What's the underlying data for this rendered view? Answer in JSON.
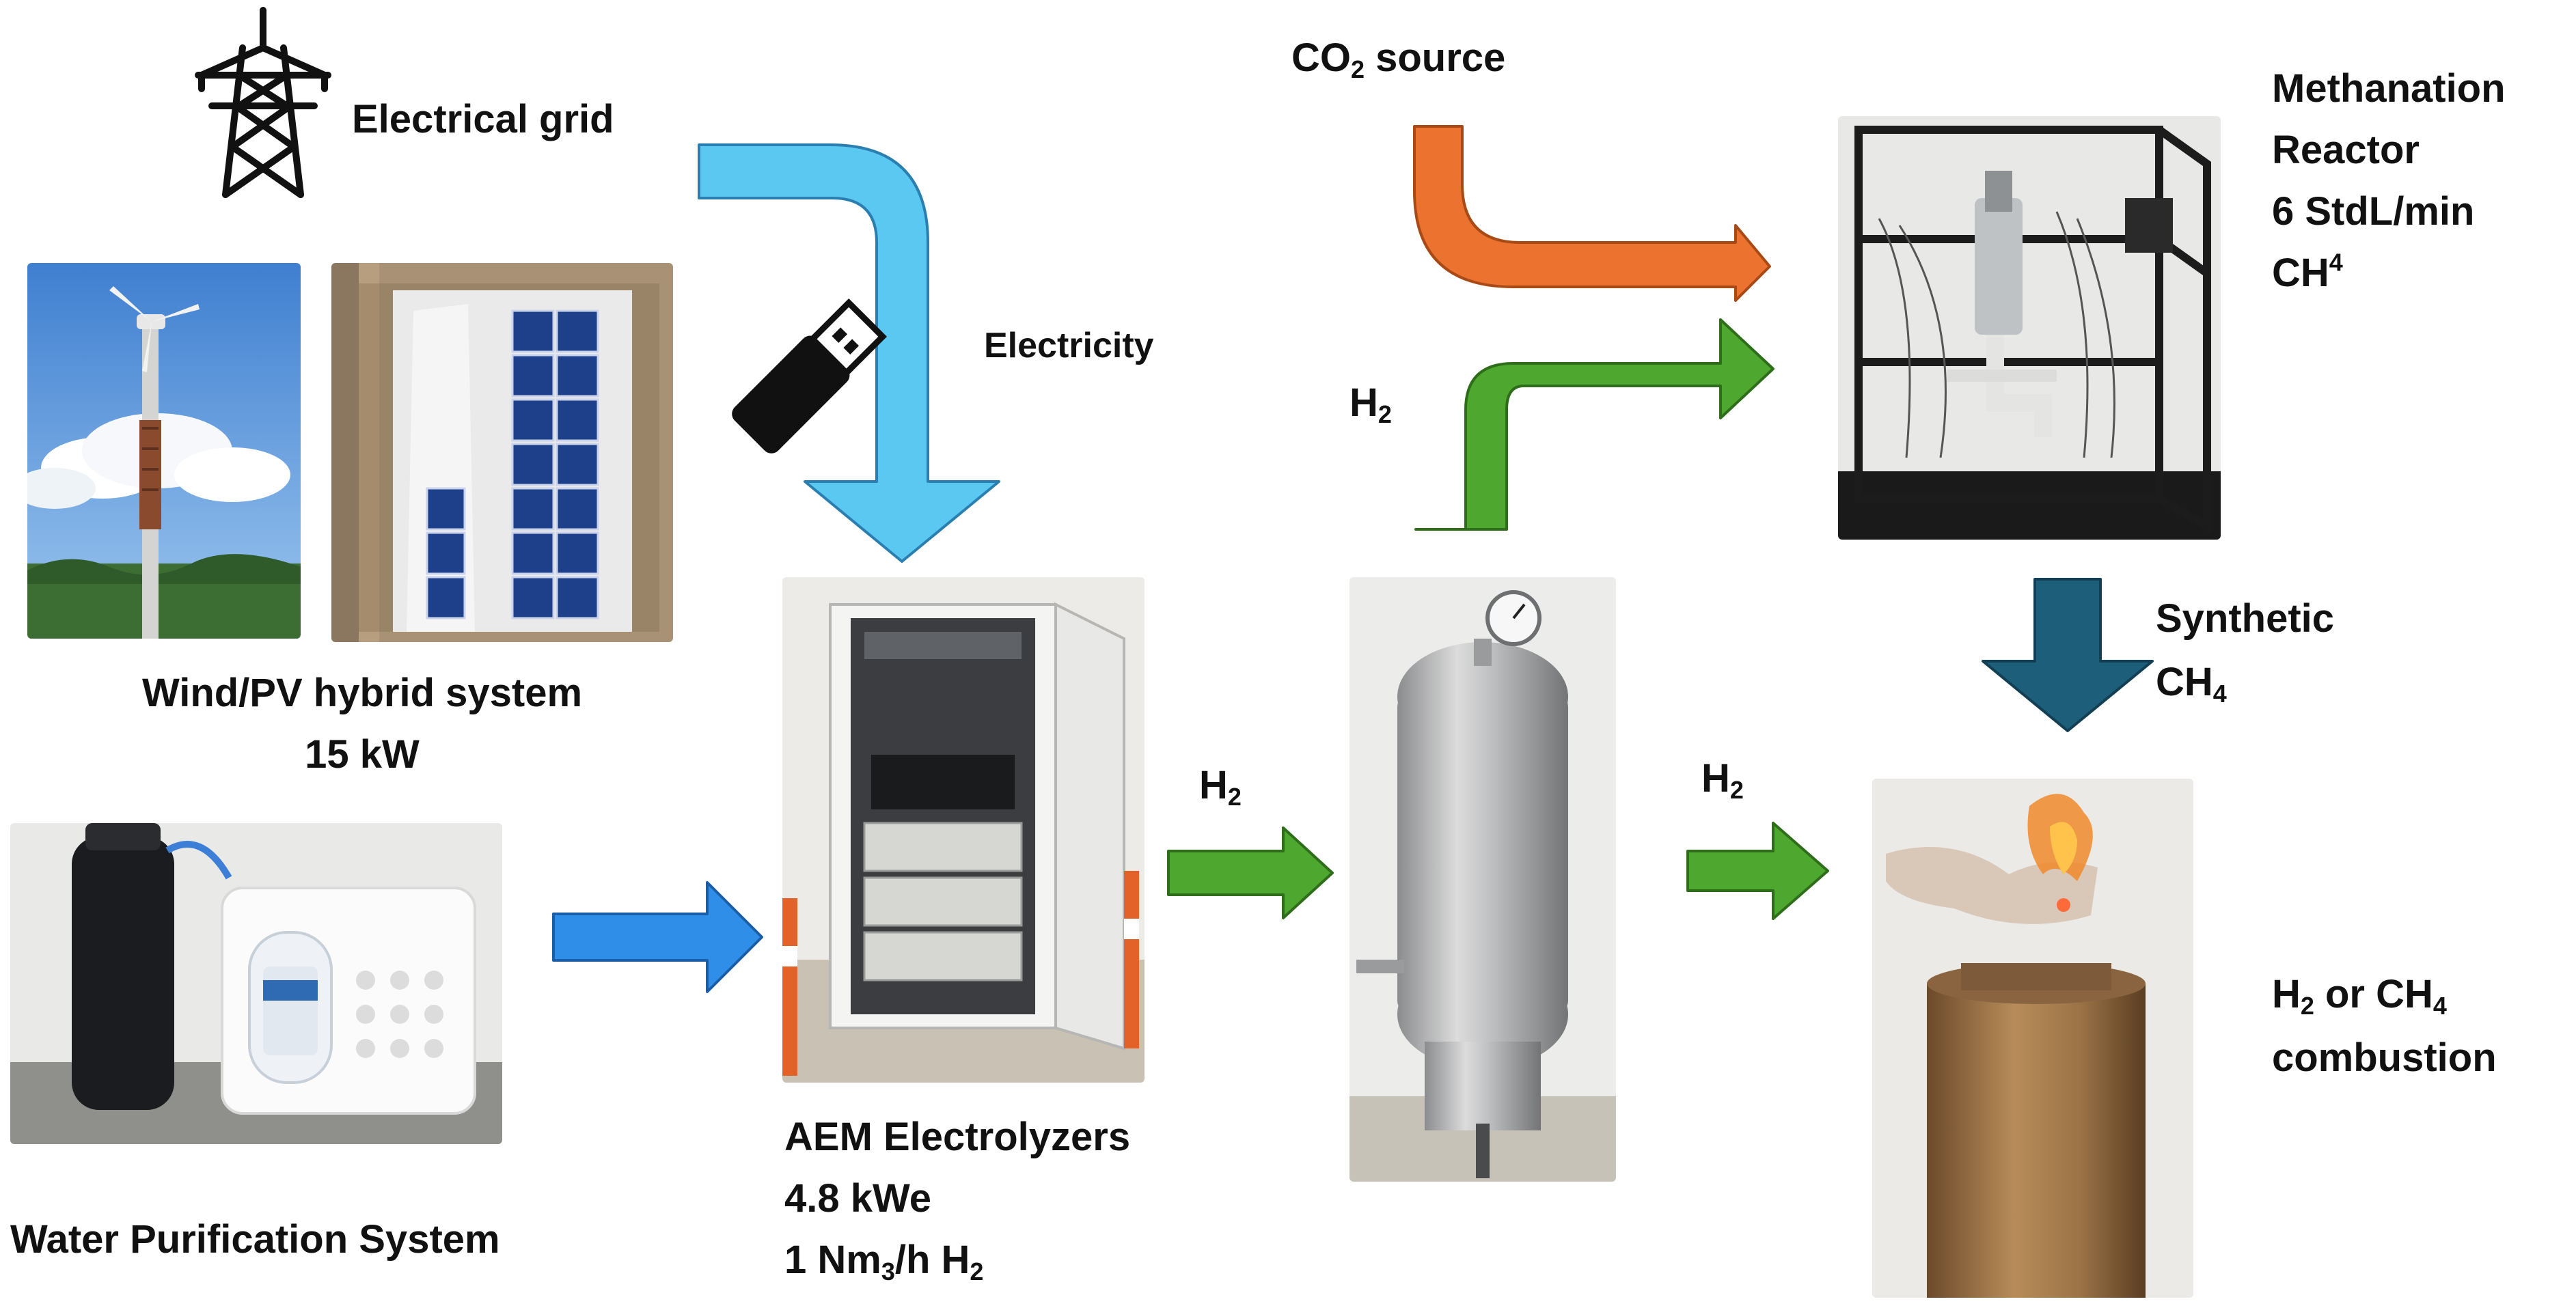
{
  "labels": {
    "electrical_grid": "Electrical grid",
    "electricity": "Electricity",
    "co2_source": {
      "prefix": "CO",
      "sub": "2",
      "suffix": " source"
    },
    "h2_co2_branch": {
      "prefix": "H",
      "sub": "2"
    },
    "methanation": {
      "line1": "Methanation",
      "line2": "Reactor",
      "line3": "6 StdL/min",
      "line4_prefix": "CH",
      "line4_sup": "4"
    },
    "synthetic": {
      "line1": "Synthetic",
      "line2_prefix": "CH",
      "line2_sub": "4"
    },
    "wind_pv": {
      "line1": "Wind/PV hybrid system",
      "line2": "15 kW"
    },
    "water": "Water Purification System",
    "aem": {
      "line1": "AEM Electrolyzers",
      "line2": "4.8 kWe",
      "line3_a": "1 Nm",
      "line3_sub": "3",
      "line3_b": "/h H",
      "line3_sub2": "2"
    },
    "h2_to_tank": {
      "prefix": "H",
      "sub": "2"
    },
    "h2_to_burner": {
      "prefix": "H",
      "sub": "2"
    },
    "combustion": {
      "line1_a": "H",
      "line1_sub": "2",
      "line1_b": " or CH",
      "line1_sub2": "4",
      "line2": "combustion"
    }
  },
  "icons": [
    "transmission-tower-icon",
    "usb-drive-icon"
  ],
  "colors": {
    "electricity_arrow": "#5bc8f2",
    "water_arrow": "#2f8fe8",
    "h2_arrow": "#4ea830",
    "co2_arrow": "#ec7230",
    "ch4_arrow": "#1d5e7a"
  }
}
